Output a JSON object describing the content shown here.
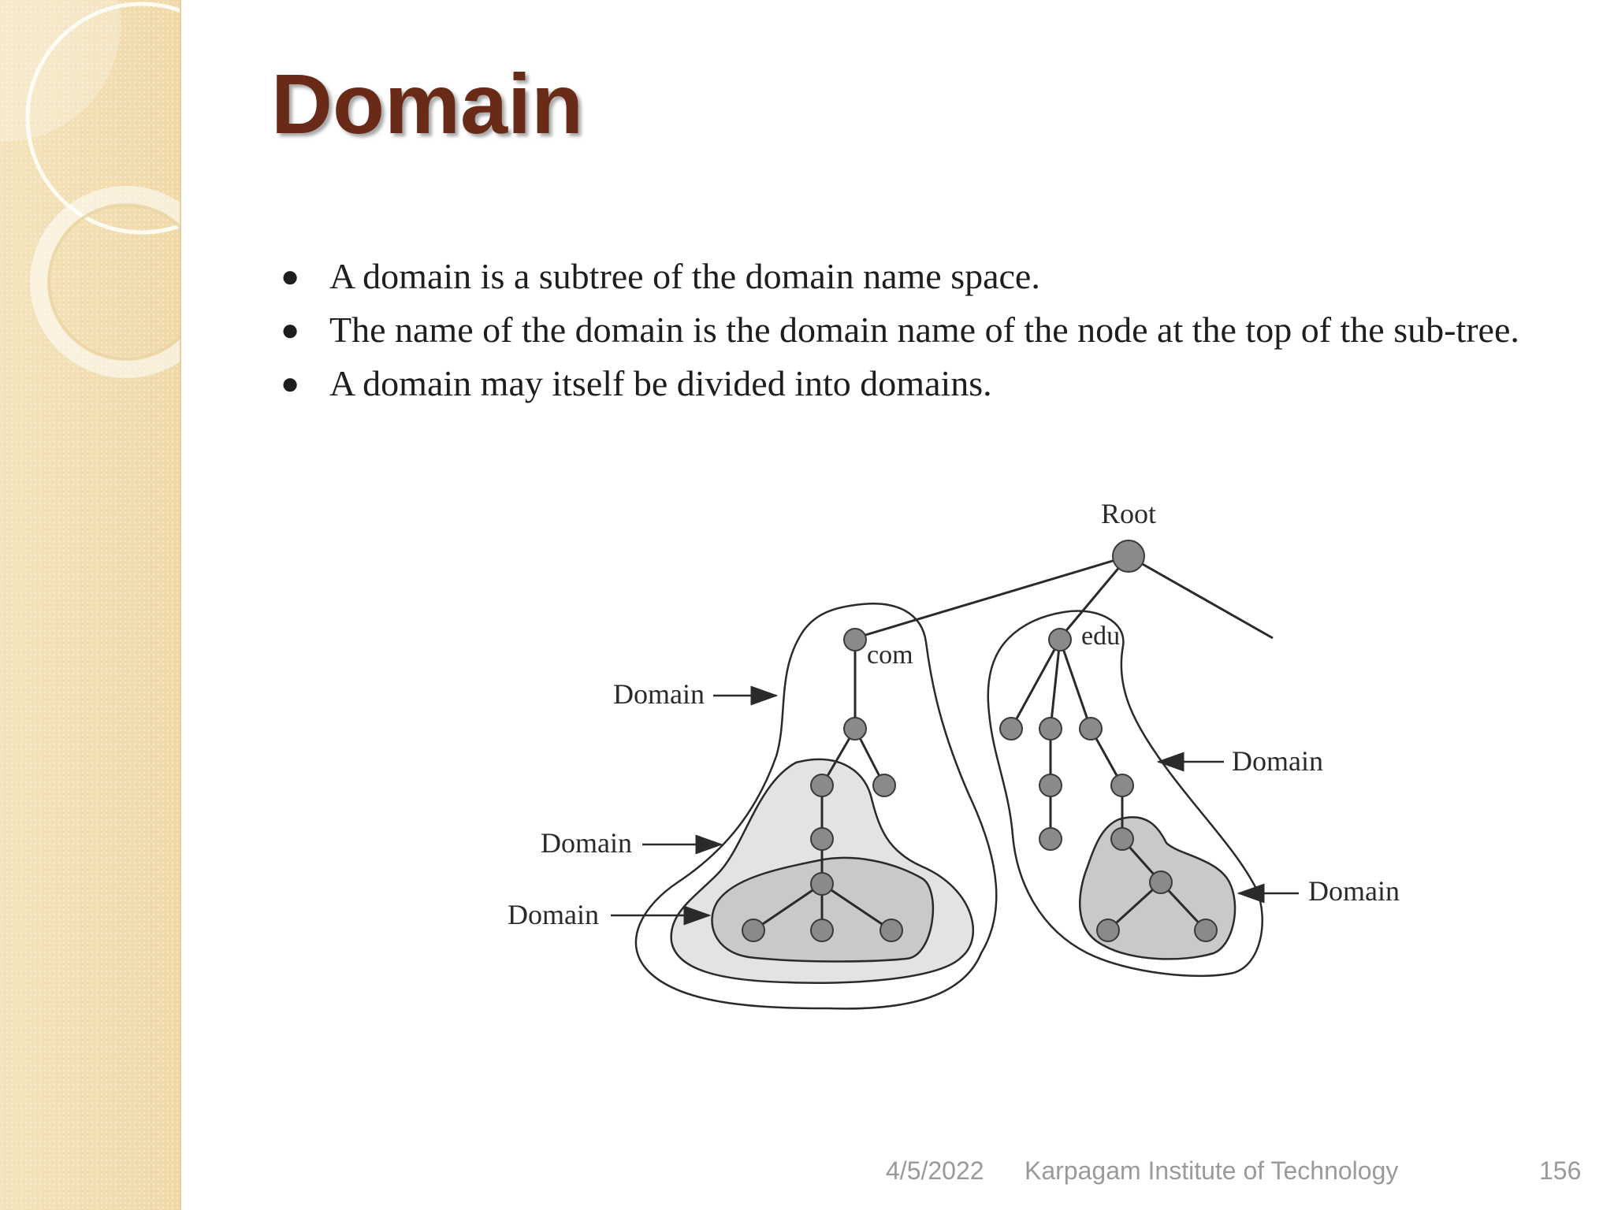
{
  "slide": {
    "title": "Domain",
    "bullets": [
      "A domain is a subtree of the domain name space.",
      "The name of the domain is the domain name of the node at the top of the sub-tree.",
      "A domain may itself be divided into domains."
    ]
  },
  "diagram": {
    "labels": {
      "root": "Root",
      "com": "com",
      "edu": "edu",
      "domain_1": "Domain",
      "domain_2": "Domain",
      "domain_3": "Domain",
      "domain_4": "Domain",
      "domain_5": "Domain"
    }
  },
  "footer": {
    "date": "4/5/2022",
    "institution": "Karpagam Institute of Technology",
    "page_number": "156"
  },
  "colors": {
    "title": "#6a2a18",
    "sidebar": "#f2dfb3",
    "node_fill": "#8a8a8a",
    "region_light": "#e3e3e3",
    "region_dark": "#c9c9c9"
  }
}
